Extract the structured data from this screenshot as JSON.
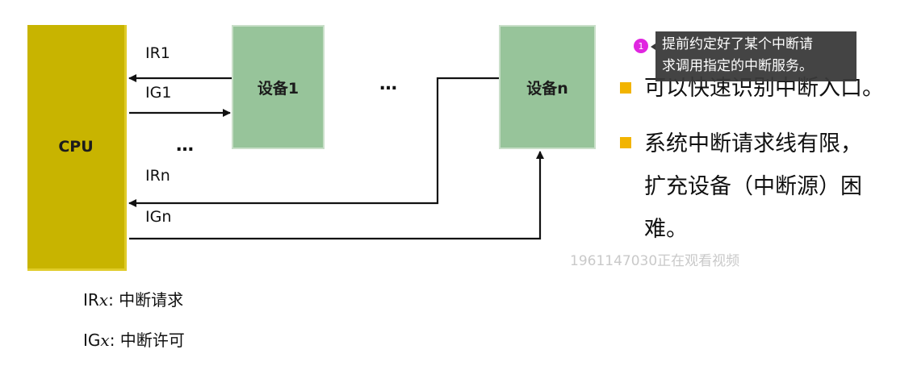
{
  "diagram": {
    "cpu_label": "CPU",
    "device1_label": "设备1",
    "devicen_label": "设备n",
    "signals": {
      "ir1": "IR1",
      "ig1": "IG1",
      "irn": "IRn",
      "ign": "IGn"
    },
    "ellipsis_top": "…",
    "ellipsis_left": "…",
    "legend": {
      "ir_prefix": "IR",
      "ir_var": "x",
      "ir_text": ": 中断请求",
      "ig_prefix": "IG",
      "ig_var": "x",
      "ig_text": ": 中断许可"
    }
  },
  "bullets": [
    {
      "text": "可以快速识别中断入口。"
    },
    {
      "line1": "系统中断请求线有限，",
      "line2": "扩充设备（中断源）困",
      "line3": "难。"
    }
  ],
  "tooltip": {
    "marker": "1",
    "line1": "提前约定好了某个中断请",
    "line2": "求调用指定的中断服务。"
  },
  "watermark": "1961147030正在观看视频",
  "colors": {
    "cpu": "#c8b400",
    "device": "#97c49a",
    "bullet": "#f2b400",
    "marker": "#e026e0"
  }
}
